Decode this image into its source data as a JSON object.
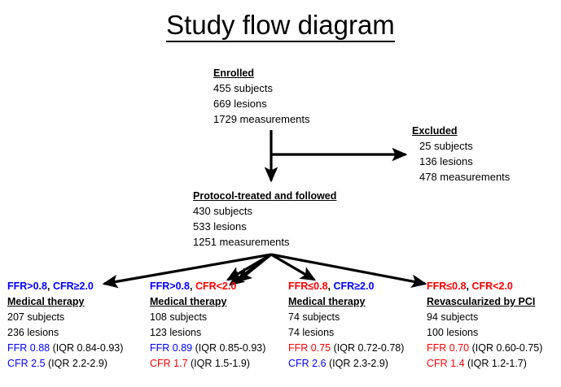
{
  "title": "Study flow diagram",
  "colors": {
    "blue": "#0000FF",
    "red": "#FF0000",
    "black": "#000000",
    "arrow": "#000000",
    "background": "#FFFFFF"
  },
  "nodes": {
    "enrolled": {
      "heading": "Enrolled",
      "lines": [
        "455 subjects",
        "669 lesions",
        "1729 measurements"
      ]
    },
    "excluded": {
      "heading": "Excluded",
      "lines": [
        "25 subjects",
        "136 lesions",
        "478 measurements"
      ]
    },
    "protocol": {
      "heading": "Protocol-treated and followed",
      "lines": [
        "430 subjects",
        "533 lesions",
        "1251 measurements"
      ]
    }
  },
  "groups": [
    {
      "criteria_ffr": "FFR>0.8",
      "criteria_ffr_color": "blue",
      "criteria_sep": ", ",
      "criteria_cfr": "CFR≥2.0",
      "criteria_cfr_color": "blue",
      "treatment": "Medical therapy",
      "subjects": "207 subjects",
      "lesions": "236 lesions",
      "ffr_value": "FFR 0.88",
      "ffr_value_color": "blue",
      "ffr_iqr": " (IQR 0.84-0.93)",
      "cfr_value": "CFR 2.5",
      "cfr_value_color": "blue",
      "cfr_iqr": " (IQR 2.2-2.9)"
    },
    {
      "criteria_ffr": "FFR>0.8",
      "criteria_ffr_color": "blue",
      "criteria_sep": ", ",
      "criteria_cfr": "CFR<2.0",
      "criteria_cfr_color": "red",
      "treatment": "Medical therapy",
      "subjects": "108 subjects",
      "lesions": "123 lesions",
      "ffr_value": "FFR 0.89",
      "ffr_value_color": "blue",
      "ffr_iqr": " (IQR 0.85-0.93)",
      "cfr_value": "CFR 1.7",
      "cfr_value_color": "red",
      "cfr_iqr": " (IQR 1.5-1.9)"
    },
    {
      "criteria_ffr": "FFR≤0.8",
      "criteria_ffr_color": "red",
      "criteria_sep": ", ",
      "criteria_cfr": "CFR≥2.0",
      "criteria_cfr_color": "blue",
      "treatment": "Medical therapy",
      "subjects": "74 subjects",
      "lesions": "74 lesions",
      "ffr_value": "FFR 0.75",
      "ffr_value_color": "red",
      "ffr_iqr": " (IQR 0.72-0.78)",
      "cfr_value": "CFR 2.6",
      "cfr_value_color": "blue",
      "cfr_iqr": " (IQR 2.3-2.9)"
    },
    {
      "criteria_ffr": "FFR≤0.8",
      "criteria_ffr_color": "red",
      "criteria_sep": ", ",
      "criteria_cfr": "CFR<2.0",
      "criteria_cfr_color": "red",
      "treatment": "Revascularized by PCI",
      "subjects": "94 subjects",
      "lesions": "100 lesions",
      "ffr_value": "FFR 0.70",
      "ffr_value_color": "red",
      "ffr_iqr": " (IQR 0.60-0.75)",
      "cfr_value": "CFR 1.4",
      "cfr_value_color": "red",
      "cfr_iqr": " (IQR 1.2-1.7)"
    }
  ]
}
